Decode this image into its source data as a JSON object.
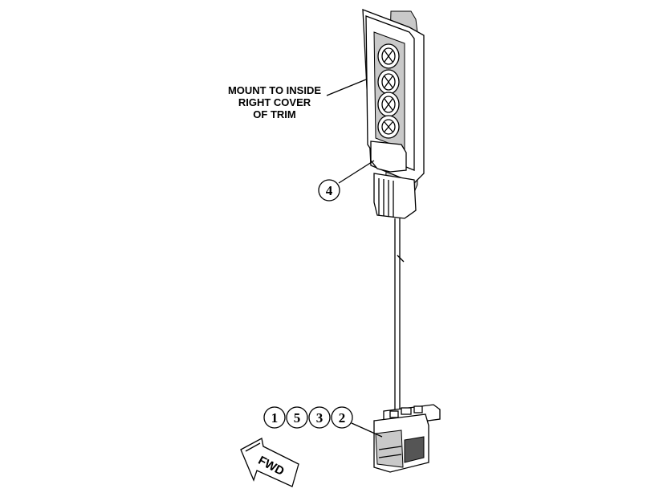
{
  "note": {
    "lines": [
      "MOUNT TO INSIDE",
      "RIGHT COVER",
      "OF TRIM"
    ]
  },
  "callouts": {
    "item_4": "4",
    "connector_items": [
      "1",
      "5",
      "3",
      "2"
    ]
  },
  "direction_arrow": {
    "label": "FWD"
  }
}
